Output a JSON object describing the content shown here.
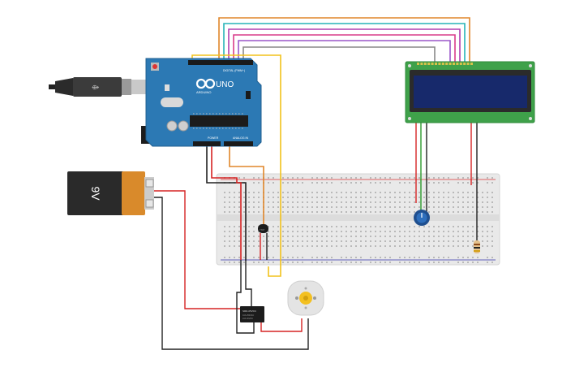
{
  "arduino": {
    "logo_text": "UNO",
    "brand_text": "ARDUINO",
    "digital_label": "DIGITAL (PWM~)",
    "power_label": "POWER",
    "analog_label": "ANALOG IN"
  },
  "battery": {
    "label": "9V"
  },
  "lcd": {
    "text": ""
  },
  "relay": {
    "label": "SRD-05VDC"
  },
  "colors": {
    "board": "#2c79b4",
    "battery_body": "#2a2a2a",
    "battery_cap": "#d98a2b",
    "breadboard": "#e8e8e8",
    "lcd_pcb": "#3fa14a",
    "lcd_screen": "#17296b",
    "wire_red": "#d62424",
    "wire_black": "#222222",
    "wire_yellow": "#f2c21b",
    "wire_orange": "#e0862a",
    "wire_green": "#2c9a2c"
  }
}
